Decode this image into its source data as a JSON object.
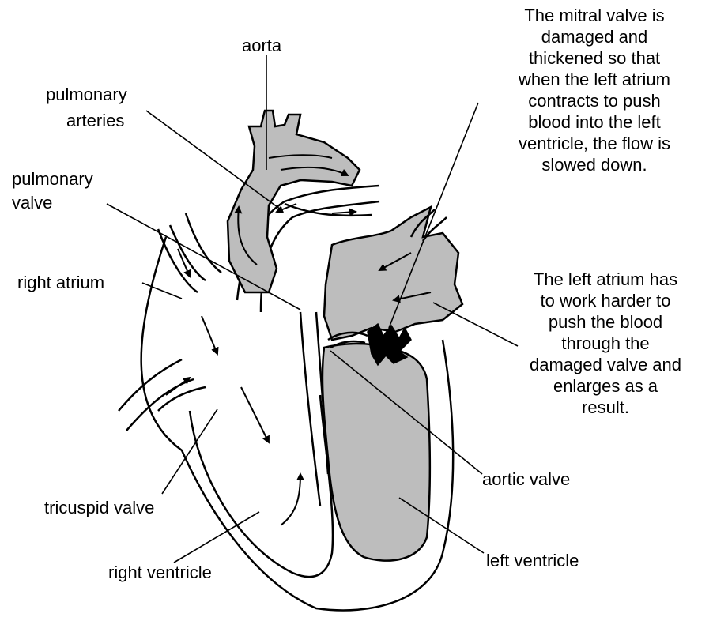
{
  "diagram": {
    "colors": {
      "chamber_fill": "#bdbdbd",
      "outline": "#000000",
      "background": "#ffffff"
    },
    "labels": {
      "aorta": "aorta",
      "pulmonary_arteries": [
        "pulmonary",
        "arteries"
      ],
      "pulmonary_valve": [
        "pulmonary",
        "valve"
      ],
      "right_atrium": "right atrium",
      "tricuspid_valve": "tricuspid valve",
      "right_ventricle": "right ventricle",
      "aortic_valve": "aortic valve",
      "left_ventricle": "left ventricle"
    },
    "notes": {
      "mitral": [
        "The mitral valve is",
        "damaged and",
        "thickened so that",
        "when the left atrium",
        "contracts to push",
        "blood into the left",
        "ventricle, the flow is",
        "slowed down."
      ],
      "left_atrium": [
        "The left atrium has",
        "to work harder to",
        "push the blood",
        "through the",
        "damaged valve and",
        "enlarges as a",
        "result."
      ]
    }
  }
}
